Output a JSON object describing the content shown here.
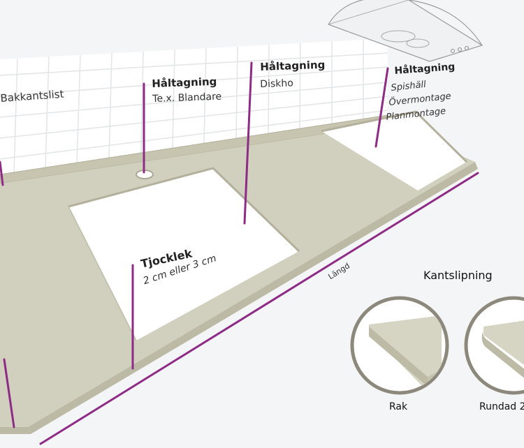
{
  "labels": {
    "bakkantslist": "Bakkantslist",
    "haltagning_blandare_title": "Håltagning",
    "haltagning_blandare_sub": "Te.x. Blandare",
    "haltagning_diskho_title": "Håltagning",
    "haltagning_diskho_sub": "Diskho",
    "haltagning_spis_title": "Håltagning",
    "haltagning_spis_items": [
      "Spishäll",
      "Övermontage",
      "Planmontage"
    ],
    "tjocklek_title": "Tjocklek",
    "tjocklek_sub": "2 cm eller 3 cm",
    "langd": "Längd",
    "kantslipning": "Kantslipning",
    "edge_rak": "Rak",
    "edge_rundad": "Rundad 2"
  },
  "colors": {
    "background": "#f4f5f6",
    "countertop": "#d1cfbd",
    "countertop_edge": "#b9b6a1",
    "accent_line": "#8e2b86",
    "circle_ring": "#8c887c",
    "tile_grout": "#e2e4e6"
  }
}
